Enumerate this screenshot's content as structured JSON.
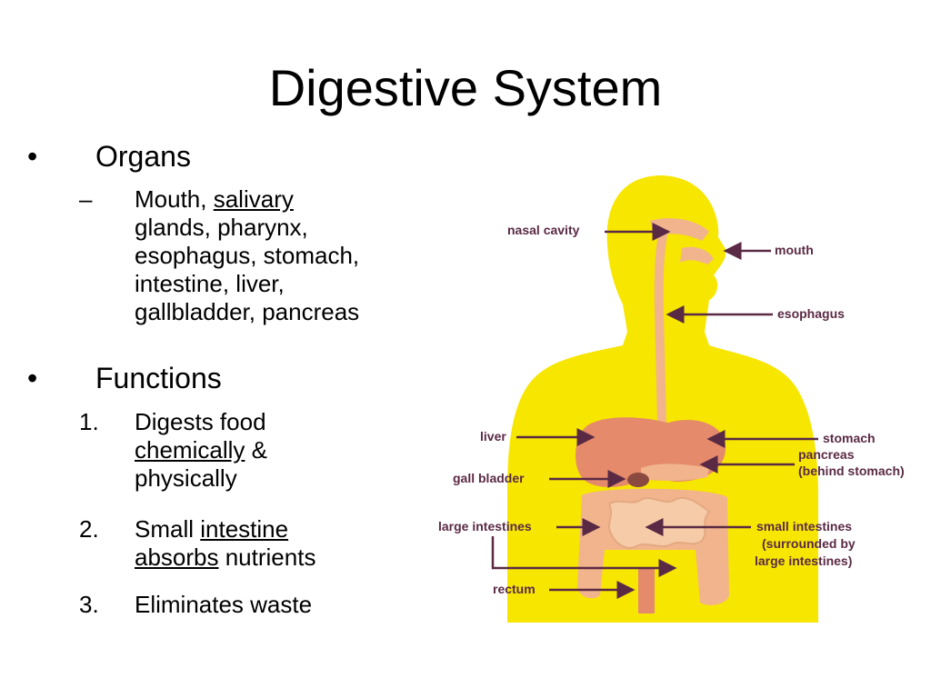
{
  "slide": {
    "title": "Digestive System"
  },
  "organs": {
    "bullet": "•",
    "heading": "Organs",
    "dash": "–",
    "line1_pre": "Mouth, ",
    "line1_link": "salivary",
    "line2": "glands, pharynx,",
    "line3": "esophagus, stomach,",
    "line4": "intestine, liver,",
    "line5": "gallbladder, pancreas"
  },
  "functions": {
    "bullet": "•",
    "heading": "Functions",
    "items": [
      {
        "num": "1.",
        "l1": "Digests food",
        "l2_link": "chemically",
        "l2_post": " &",
        "l3": "physically"
      },
      {
        "num": "2.",
        "l1_pre": "Small ",
        "l1_link": "intestine",
        "l2_link": "absorbs",
        "l2_post": " nutrients"
      },
      {
        "num": "3.",
        "l1": "Eliminates waste"
      }
    ]
  },
  "diagram": {
    "labels": {
      "nasal_cavity": "nasal cavity",
      "mouth": "mouth",
      "esophagus": "esophagus",
      "liver": "liver",
      "stomach": "stomach",
      "pancreas_1": "pancreas",
      "pancreas_2": "(behind stomach)",
      "gall_bladder": "gall bladder",
      "large_intestines": "large intestines",
      "small_1": "small intestines",
      "small_2": "(surrounded by",
      "small_3": "large intestines)",
      "rectum": "rectum"
    },
    "colors": {
      "body": "#f7e600",
      "organ": "#f2b48c",
      "stomach": "#e58a6a",
      "arrow": "#5a2a45"
    }
  }
}
